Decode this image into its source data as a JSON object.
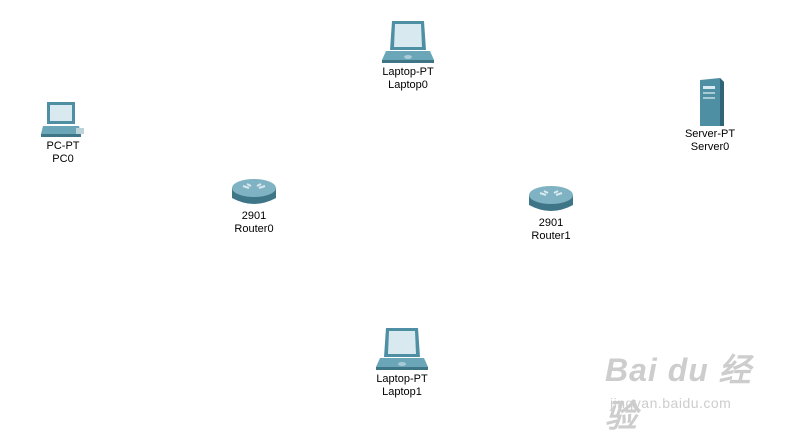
{
  "devices": {
    "laptop0": {
      "model": "Laptop-PT",
      "name": "Laptop0"
    },
    "pc0": {
      "model": "PC-PT",
      "name": "PC0"
    },
    "server0": {
      "model": "Server-PT",
      "name": "Server0"
    },
    "router0": {
      "model": "2901",
      "name": "Router0"
    },
    "router1": {
      "model": "2901",
      "name": "Router1"
    },
    "laptop1": {
      "model": "Laptop-PT",
      "name": "Laptop1"
    }
  },
  "watermark": {
    "logo": "Bai du 经验",
    "url": "jingyan.baidu.com"
  },
  "colors": {
    "device_body": "#5b9aae",
    "device_dark": "#3e7587",
    "screen": "#d8e9ef"
  }
}
